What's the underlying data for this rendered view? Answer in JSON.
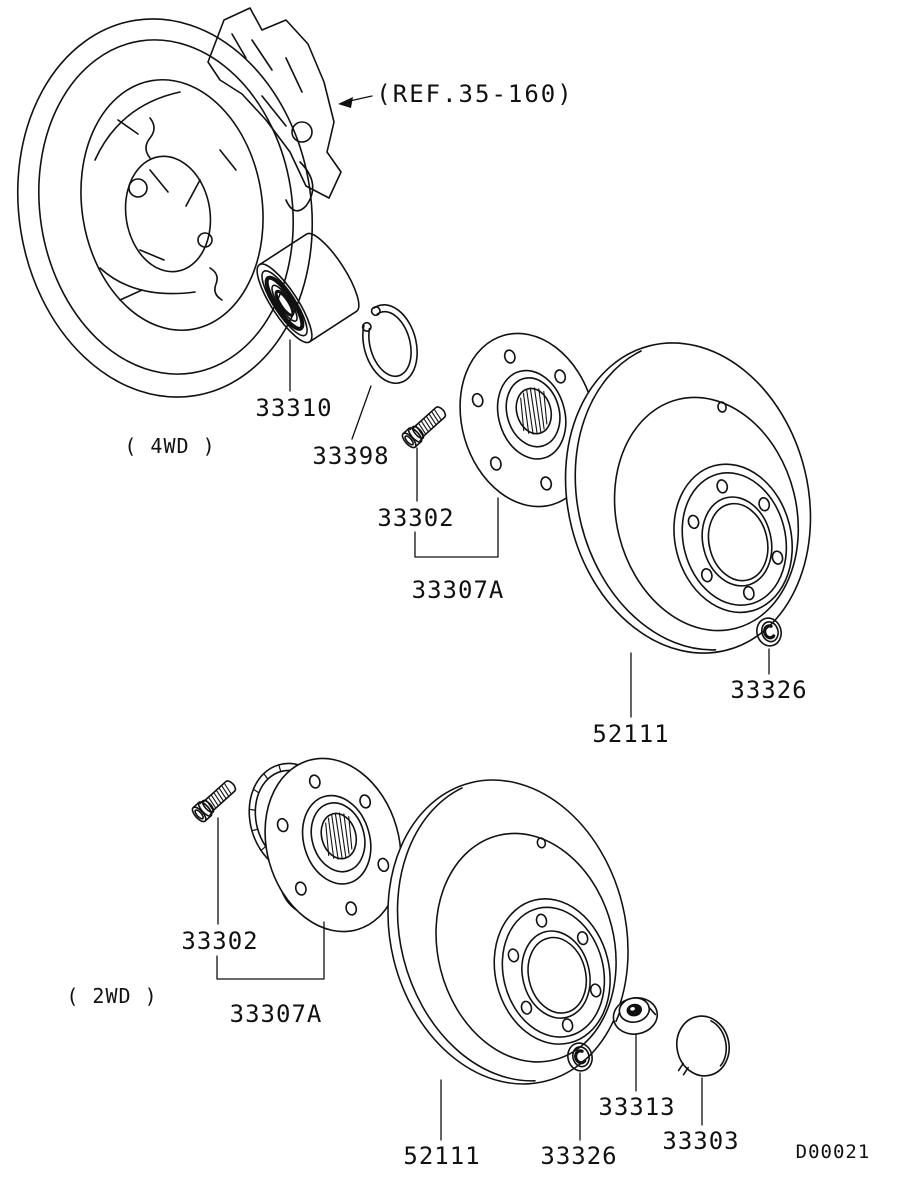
{
  "page": {
    "background": "#ffffff",
    "line_color": "#111111"
  },
  "labels": {
    "ref_note": "(REF.35-160)",
    "section_4wd": "( 4WD )",
    "section_2wd": "( 2WD )",
    "drawing_number": "D00021"
  },
  "parts_4wd": {
    "bearing": "33310",
    "snap_ring": "33398",
    "stud": "33302",
    "hub": "33307A",
    "disc": "52111",
    "cap": "33326"
  },
  "parts_2wd": {
    "stud": "33302",
    "hub": "33307A",
    "disc": "52111",
    "cap": "33326",
    "lock_nut": "33313",
    "dust_cap": "33303"
  }
}
